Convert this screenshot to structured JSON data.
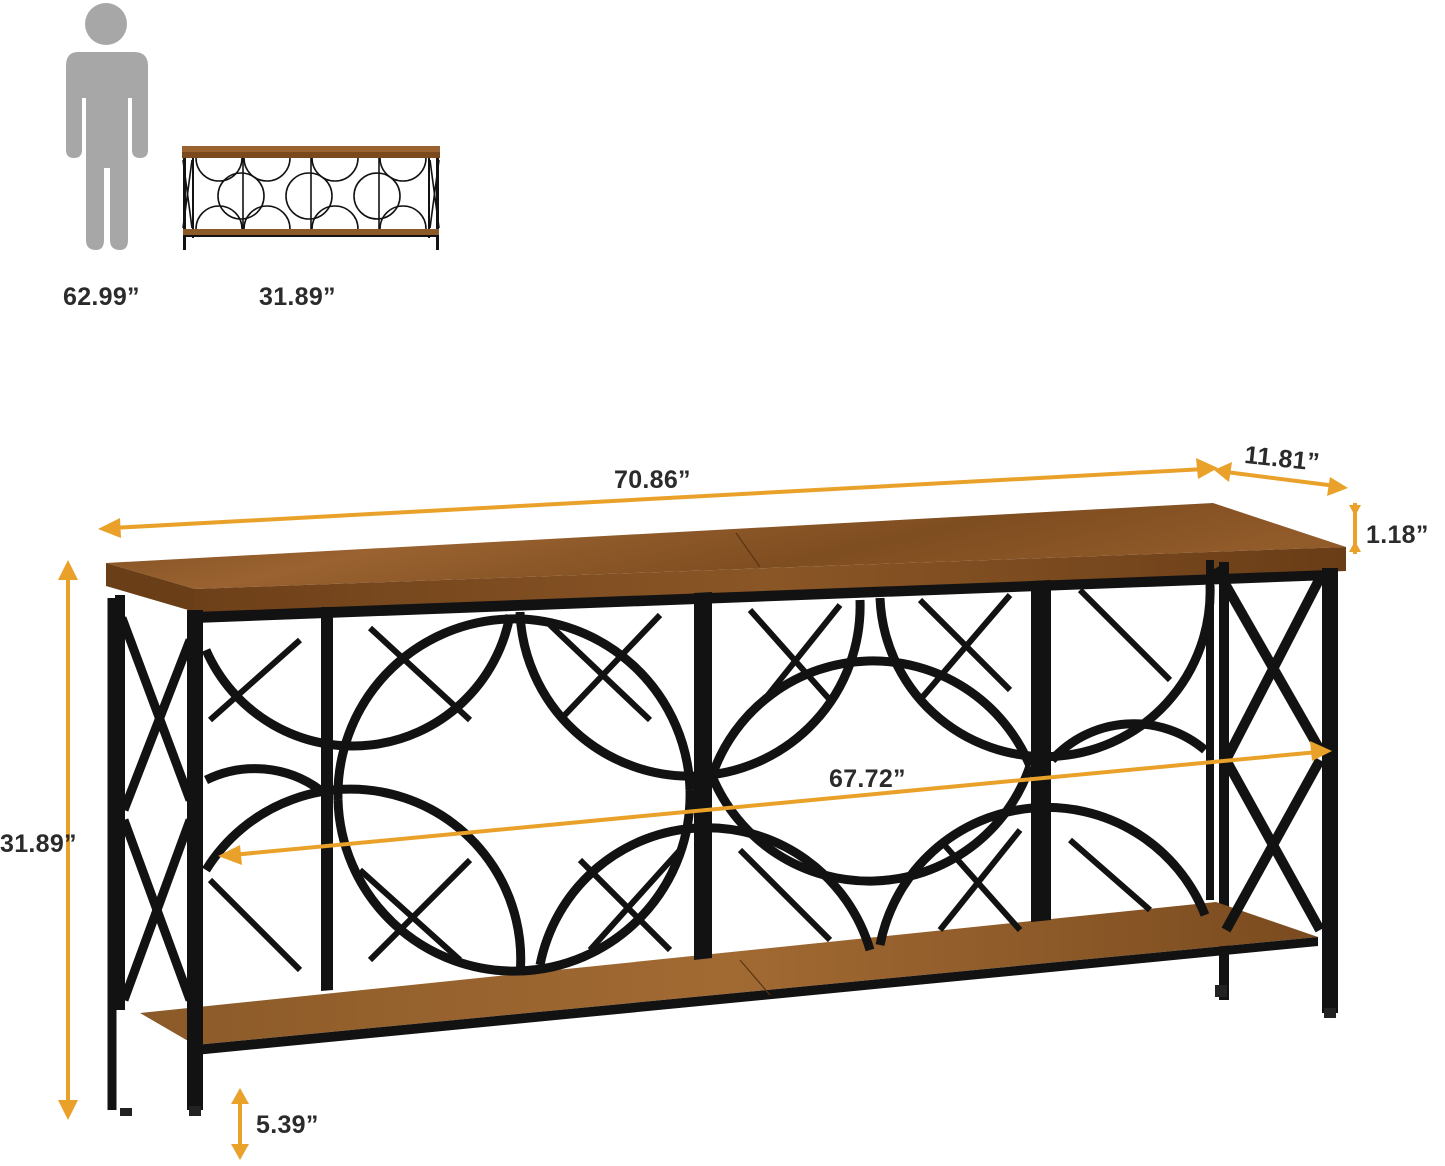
{
  "colors": {
    "arrow": "#e9a12a",
    "person": "#a7a7a7",
    "metal": "#121212",
    "wood": "#8a5424",
    "wood_dark": "#5c3514",
    "text": "#2b2b2b"
  },
  "scale_reference": {
    "person_height": "62.99”",
    "table_height": "31.89”"
  },
  "dimensions": {
    "length": "70.86”",
    "depth": "11.81”",
    "top_thickness": "1.18”",
    "height": "31.89”",
    "inner_length": "67.72”",
    "ground_clearance": "5.39”"
  }
}
